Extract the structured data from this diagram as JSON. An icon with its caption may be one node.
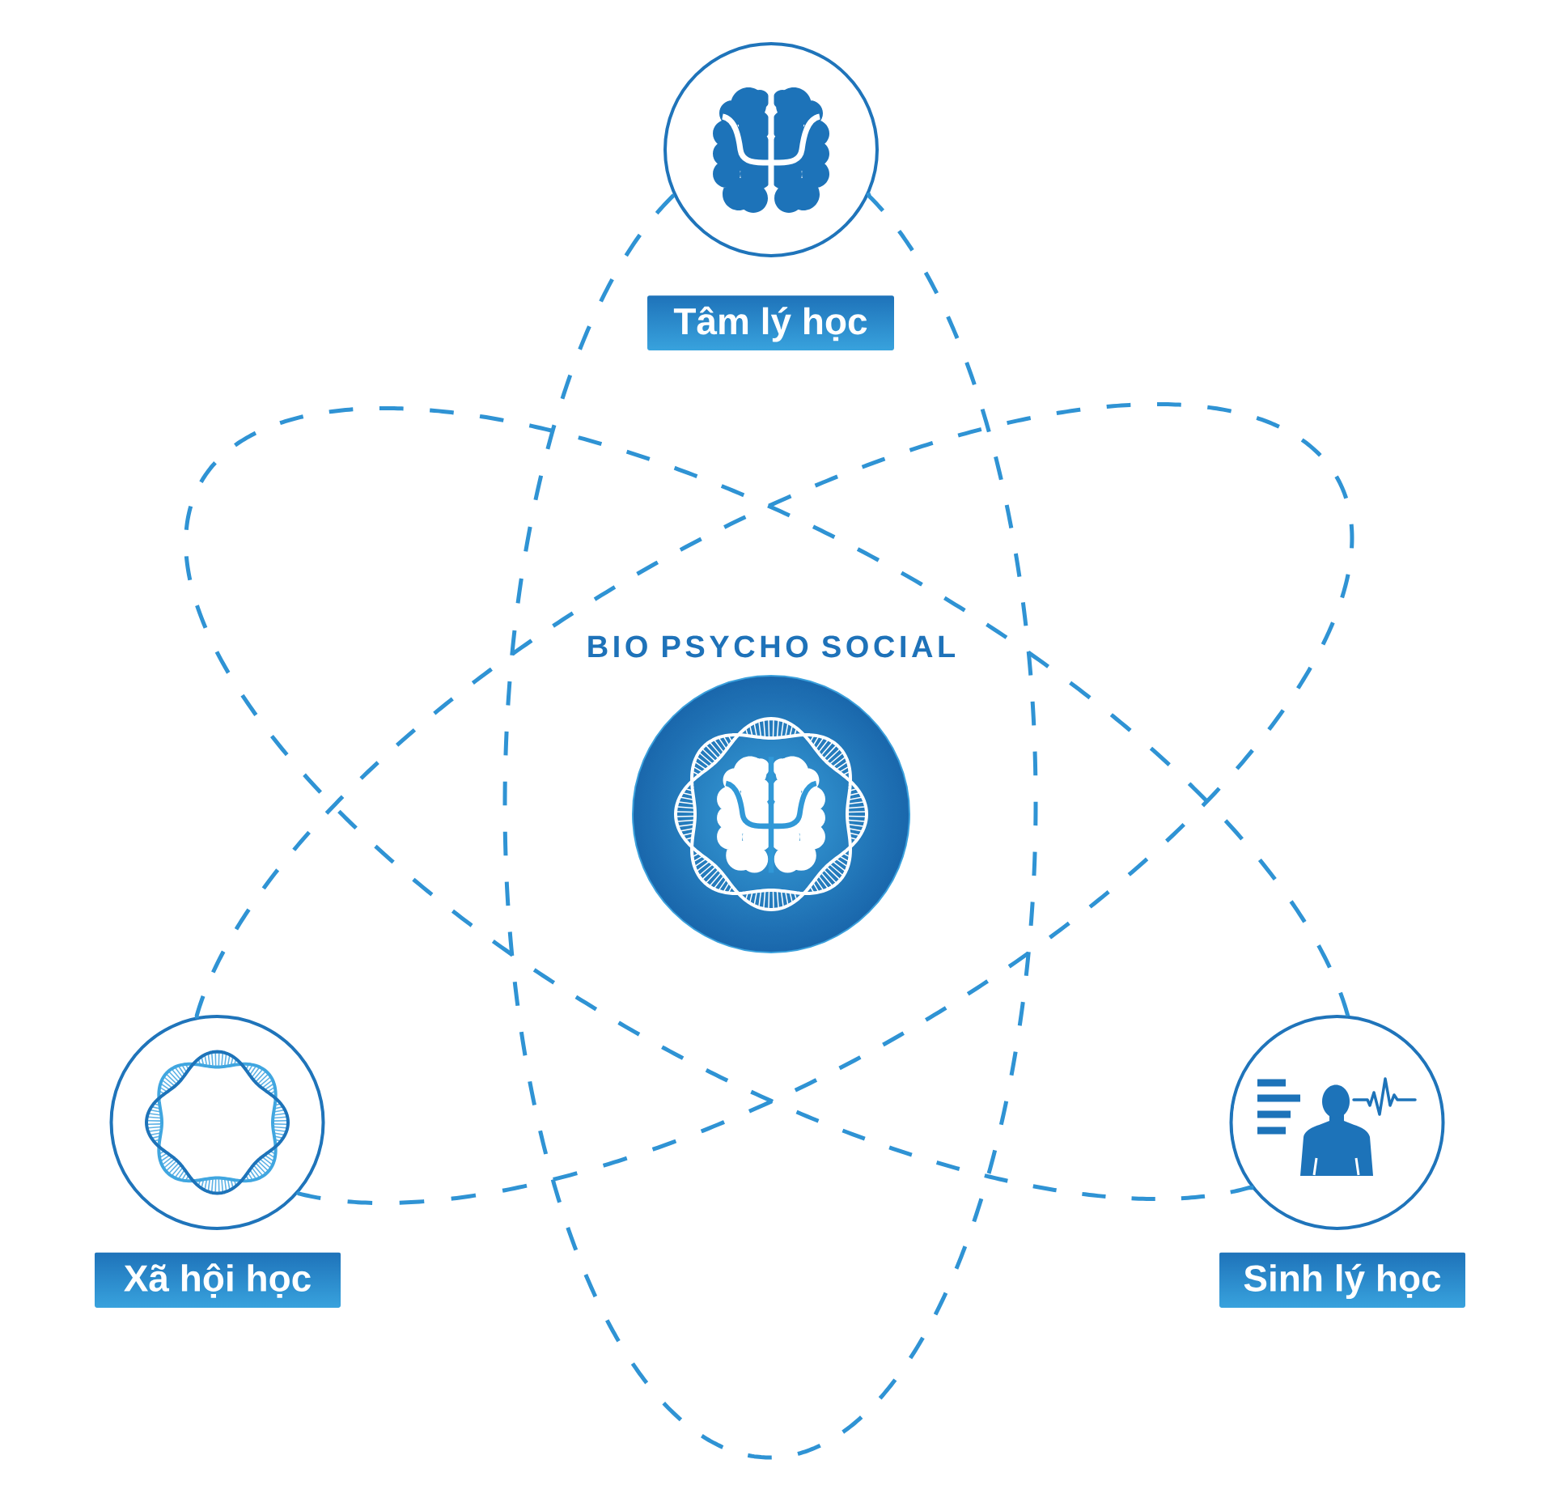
{
  "diagram": {
    "nodes": [
      {
        "text": [],
        "shape": "circle"
      },
      {
        "text": [
          "Tâm lý học"
        ]
      },
      {
        "text": [
          "BIO PSYCHO SOCIAL"
        ]
      },
      {
        "text": [],
        "shape": "circle"
      },
      {
        "text": [],
        "shape": "circle"
      },
      {
        "text": [
          "Xã hội học"
        ]
      },
      {
        "text": [
          "Sinh lý học"
        ]
      }
    ],
    "edges": [
      {
        "from": 0,
        "to": 0,
        "arrow": "none",
        "style": "dashed"
      },
      {
        "from": 4,
        "to": 4,
        "arrow": "none",
        "style": "dashed"
      },
      {
        "from": 3,
        "to": 3,
        "arrow": "none",
        "style": "dashed"
      }
    ]
  }
}
